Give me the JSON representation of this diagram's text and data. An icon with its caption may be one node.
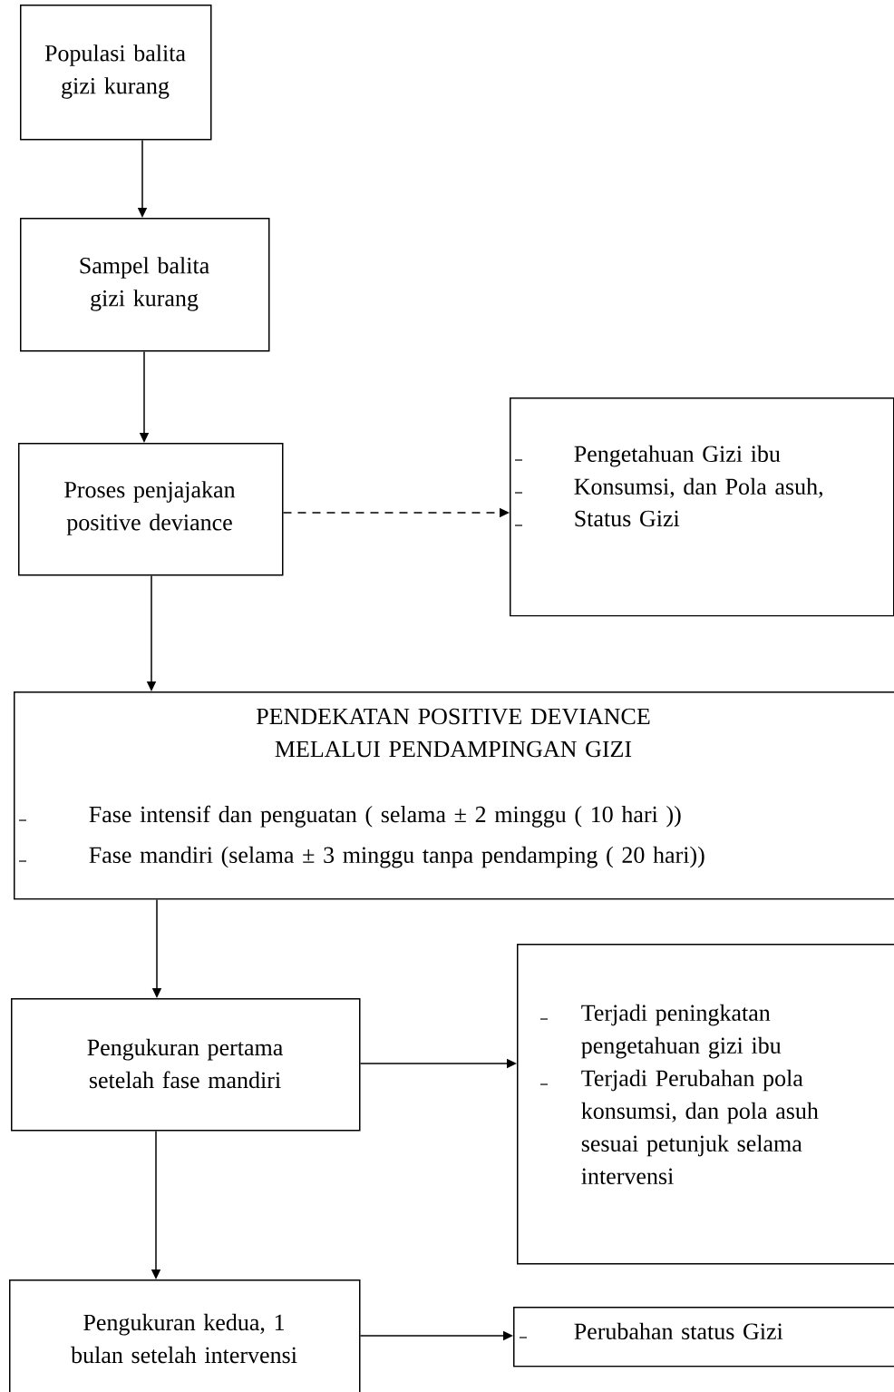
{
  "diagram": {
    "nodes": [
      {
        "text": [
          "Populasi balita gizi kurang"
        ]
      },
      {
        "text": [
          "Sampel balita gizi kurang"
        ]
      },
      {
        "text": [
          "Proses penjajakan positive deviance"
        ]
      },
      {
        "text": [
          "Pengetahuan Gizi ibu",
          "Konsumsi, dan Pola asuh,",
          "Status Gizi"
        ]
      },
      {
        "text": [
          "PENDEKATAN POSITIVE DEVIANCE MELALUI PENDAMPINGAN GIZI",
          "Fase intensif dan penguatan ( selama ± 2 minggu ( 10 hari ))",
          "Fase mandiri (selama ± 3 minggu tanpa pendamping ( 20 hari))"
        ]
      },
      {
        "text": [
          "Pengukuran pertama setelah fase mandiri"
        ]
      },
      {
        "text": [
          "Terjadi peningkatan pengetahuan gizi ibu",
          "Terjadi Perubahan pola konsumsi, dan pola asuh sesuai petunjuk selama intervensi"
        ]
      },
      {
        "text": [
          "Pengukuran kedua, 1 bulan setelah intervensi"
        ]
      },
      {
        "text": [
          "Perubahan status Gizi"
        ]
      }
    ],
    "edges": [
      {
        "from": 0,
        "to": 1,
        "arrow": "to"
      },
      {
        "from": 1,
        "to": 2,
        "arrow": "to"
      },
      {
        "from": 2,
        "to": 3,
        "arrow": "to",
        "style": "dashed"
      },
      {
        "from": 2,
        "to": 4,
        "arrow": "to"
      },
      {
        "from": 4,
        "to": 5,
        "arrow": "to"
      },
      {
        "from": 5,
        "to": 6,
        "arrow": "to"
      },
      {
        "from": 5,
        "to": 7,
        "arrow": "to"
      },
      {
        "from": 7,
        "to": 8,
        "arrow": "to"
      }
    ]
  }
}
